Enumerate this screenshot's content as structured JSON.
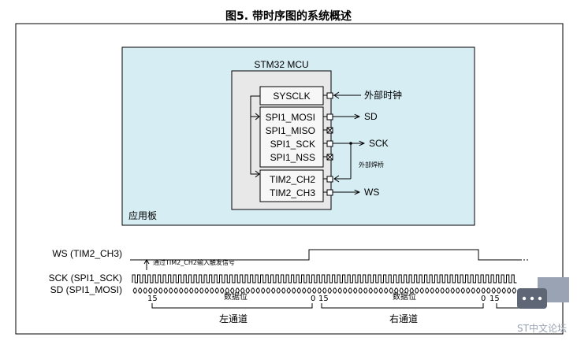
{
  "figure": {
    "title": "图5. 带时序图的系统概述"
  },
  "board": {
    "label": "应用板",
    "fill": "#d6edf3"
  },
  "mcu": {
    "title": "STM32 MCU",
    "sysclk": "SYSCLK",
    "spi_pins": [
      "SPI1_MOSI",
      "SPI1_MISO",
      "SPI1_SCK",
      "SPI1_NSS"
    ],
    "tim_pins": [
      "TIM2_CH2",
      "TIM2_CH3"
    ]
  },
  "signals": {
    "ext_clock": "外部时钟",
    "sd": "SD",
    "sck": "SCK",
    "ws": "WS",
    "ext_bridge": "外部焊桥"
  },
  "timing": {
    "ws_label": "WS (TIM2_CH3)",
    "sck_label": "SCK (SPI1_SCK)",
    "sd_label": "SD (SPI1_MOSI)",
    "trigger_note": "通过TIM2_CH2输入触发信号",
    "bit_msb": "15",
    "bit_lsb": "0",
    "data_bits": "数据位",
    "left_channel": "左通道",
    "right_channel": "右通道"
  },
  "watermark": {
    "text": "ST中文论坛",
    "icon": "chat-bubble-icon"
  }
}
